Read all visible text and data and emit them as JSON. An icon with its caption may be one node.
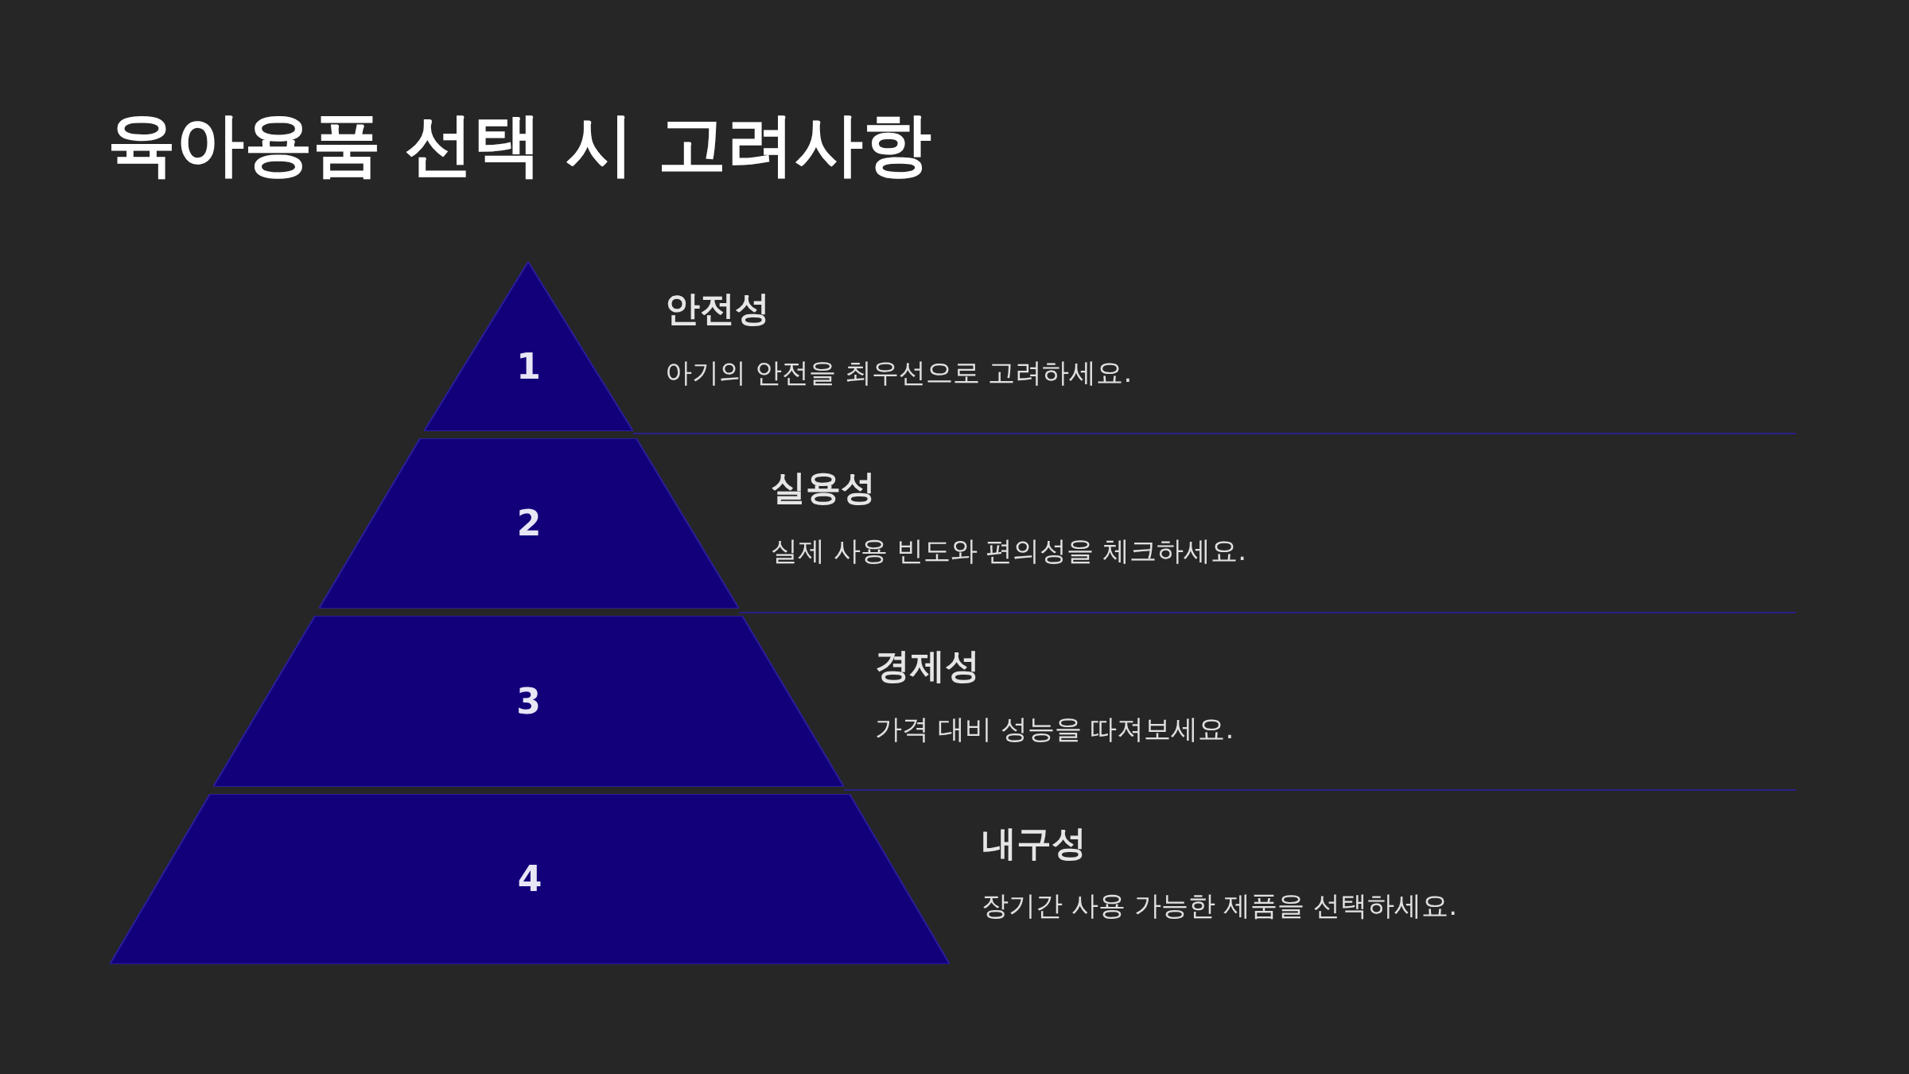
{
  "diagram": {
    "title": "육아용품 선택 시 고려사항",
    "nodes": [
      {
        "text": [
          "1"
        ],
        "beside": [
          "안전성",
          "아기의 안전을 최우선으로 고려하세요."
        ]
      },
      {
        "text": [
          "2"
        ],
        "beside": [
          "실용성",
          "실제 사용 빈도와 편의성을 체크하세요."
        ]
      },
      {
        "text": [
          "3"
        ],
        "beside": [
          "경제성",
          "가격 대비 성능을 따져보세요."
        ]
      },
      {
        "text": [
          "4"
        ],
        "beside": [
          "내구성",
          "장기간 사용 가능한 제품을 선택하세요."
        ]
      }
    ]
  }
}
